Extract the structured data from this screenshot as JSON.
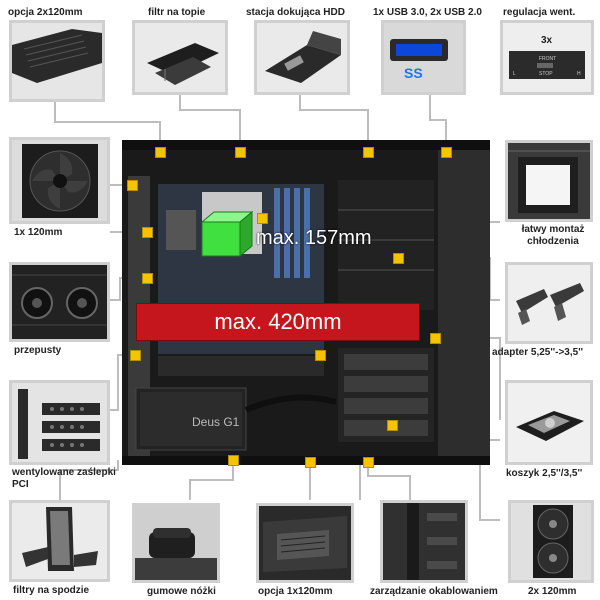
{
  "features": {
    "fan_option_top": "opcja 2x120mm",
    "top_filter": "filtr na topie",
    "hdd_dock": "stacja dokująca HDD",
    "usb_ports": "1x USB 3.0, 2x USB 2.0",
    "fan_control": "regulacja went.",
    "rear_fan": "1x 120mm",
    "easy_cooler_mount": "łatwy montaż chłodzenia",
    "grommets": "przepusty",
    "bay_adapter": "adapter 5,25''->3,5''",
    "vented_pci_slots": "wentylowane zaślepki PCI",
    "drive_cage": "koszyk 2,5''/3,5''",
    "bottom_filters": "filtry na spodzie",
    "rubber_feet": "gumowe nóżki",
    "bottom_fan_option": "opcja 1x120mm",
    "cable_management": "zarządzanie okablowaniem",
    "front_fans": "2x 120mm"
  },
  "measurements": {
    "cpu_cooler_height": "max. 157mm",
    "gpu_length": "max. 420mm"
  },
  "thumb_text": {
    "usb_label": "SS",
    "fan_control_count": "3x",
    "fan_control_front": "FRONT",
    "fan_control_low": "L",
    "fan_control_stop": "STOP",
    "fan_control_high": "H",
    "psu_label": "Deus G1"
  },
  "colors": {
    "marker": "#f5c400",
    "red_bar": "#c4161c",
    "cube": "#3fe03f",
    "frame": "#d0d0d0",
    "line": "#bdbdbd"
  }
}
